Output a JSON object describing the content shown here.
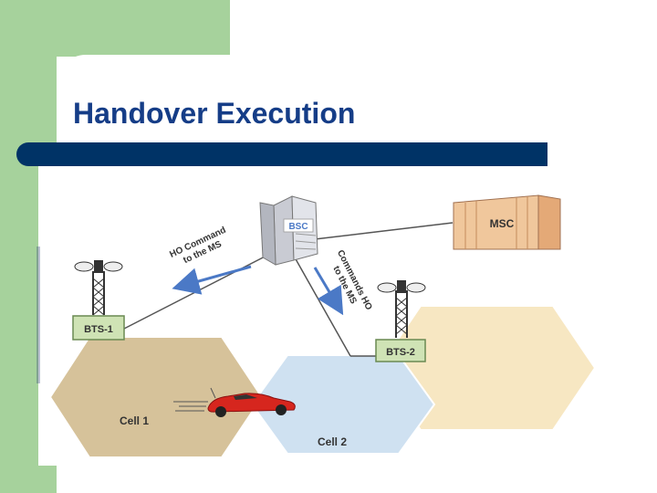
{
  "slide": {
    "title": "Handover Execution"
  },
  "diagram": {
    "nodes": {
      "bsc": "BSC",
      "msc": "MSC",
      "bts1": "BTS-1",
      "bts2": "BTS-2",
      "cell1": "Cell 1",
      "cell2": "Cell 2"
    },
    "arrows": {
      "ho_command_line1": "HO Command",
      "ho_command_line2": "to the MS",
      "commands_ho_line1": "Commands HO",
      "commands_ho_line2": "to the MS"
    }
  },
  "colors": {
    "title": "#153d87",
    "title_bar": "#003366",
    "frame_green": "#a6d29c",
    "cell1_fill": "#d6c29a",
    "cell2_fill": "#cfe1f1",
    "cell3_fill": "#f7e7c2",
    "box_green": "#cfe3b5",
    "arrow_blue": "#4b79c6",
    "car_red": "#d6261e"
  }
}
